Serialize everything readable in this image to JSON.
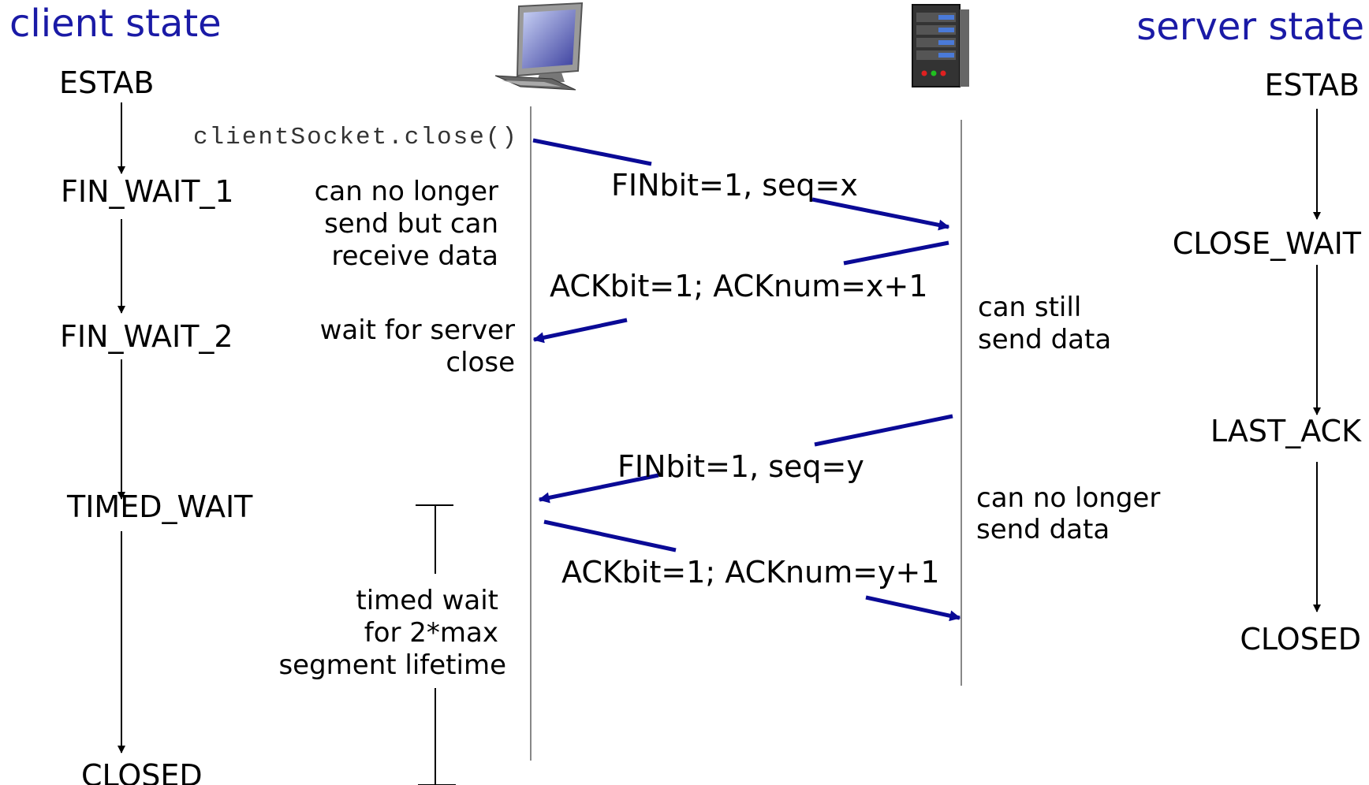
{
  "colors": {
    "header": "#1a1aa6",
    "arrow": "#0a0a96",
    "line": "#888888"
  },
  "header": {
    "client": "client state",
    "server": "server state"
  },
  "icons": {
    "client": "desktop-computer-icon",
    "server": "server-tower-icon"
  },
  "client_states": [
    "ESTAB",
    "FIN_WAIT_1",
    "FIN_WAIT_2",
    "TIMED_WAIT",
    "CLOSED"
  ],
  "server_states": [
    "ESTAB",
    "CLOSE_WAIT",
    "LAST_ACK",
    "CLOSED"
  ],
  "client_call": "clientSocket.close()",
  "messages": [
    "FINbit=1, seq=x",
    "ACKbit=1; ACKnum=x+1",
    "FINbit=1, seq=y",
    "ACKbit=1; ACKnum=y+1"
  ],
  "client_notes": {
    "fin_wait_1": [
      "can no longer",
      "send but can",
      "receive data"
    ],
    "fin_wait_2": [
      "wait for server",
      "close"
    ],
    "timed_wait": [
      "timed wait",
      "for 2*max",
      "segment lifetime"
    ]
  },
  "server_notes": {
    "close_wait": [
      "can still",
      "send data"
    ],
    "last_ack": [
      "can no longer",
      "send data"
    ]
  }
}
